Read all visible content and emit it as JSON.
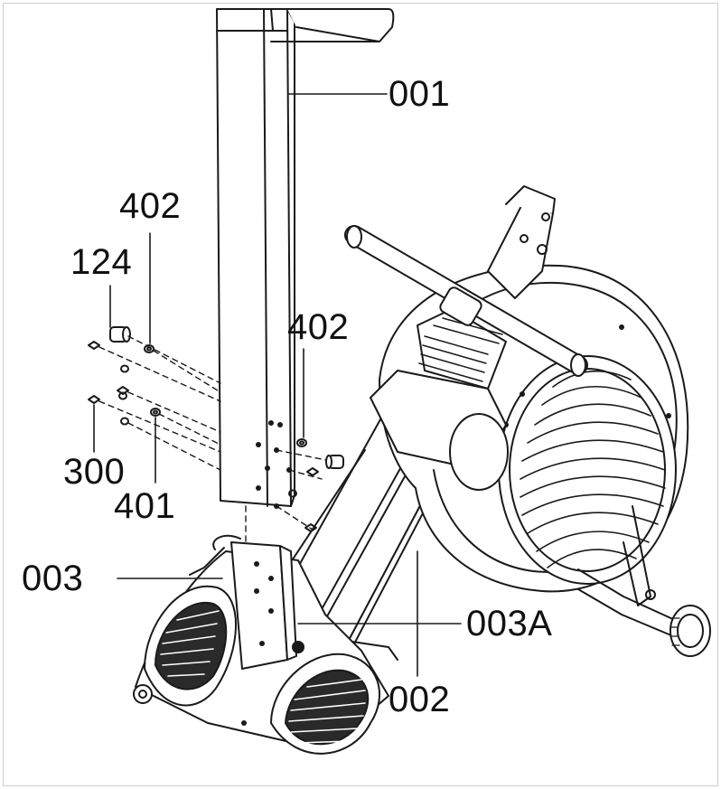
{
  "diagram": {
    "labels": {
      "p001": "001",
      "p402_top": "402",
      "p124": "124",
      "p402_mid": "402",
      "p300": "300",
      "p401": "401",
      "p003": "003",
      "p003a": "003A",
      "p002": "002"
    }
  },
  "colors": {
    "line": "#1a1a1a",
    "background": "#ffffff"
  }
}
